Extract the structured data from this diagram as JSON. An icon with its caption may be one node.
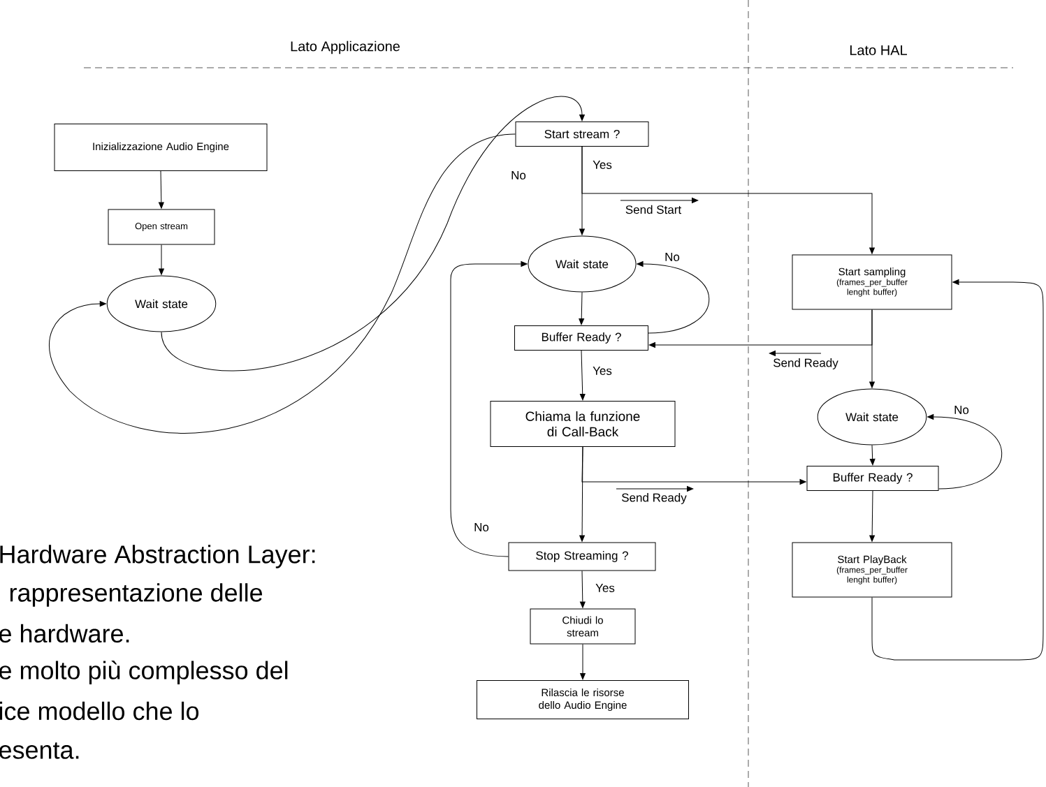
{
  "diagram": {
    "nodes": [
      {
        "text": [
          "Inizializzazione Audio Engine"
        ]
      },
      {
        "text": [
          "Open stream"
        ]
      },
      {
        "text": [
          "Wait state"
        ]
      },
      {
        "text": [
          "Start stream ?"
        ]
      },
      {
        "text": [
          "Wait state"
        ]
      },
      {
        "text": [
          "Buffer Ready ?"
        ]
      },
      {
        "text": [
          "Chiama la funzione di Call-Back"
        ]
      },
      {
        "text": [
          "Stop Streaming ?"
        ]
      },
      {
        "text": [
          "Chiudi lo stream"
        ]
      },
      {
        "text": [
          "Rilascia le risorse dello Audio Engine"
        ]
      },
      {
        "text": [
          "Start sampling",
          "(frames_per_buffer lenght buffer)"
        ]
      },
      {
        "text": [
          "Wait state"
        ]
      },
      {
        "text": [
          "Buffer Ready ?"
        ]
      },
      {
        "text": [
          "Start PlayBack",
          "(frames_per_buffer lenght buffer)"
        ]
      }
    ],
    "edges": [
      {
        "from": 0,
        "to": 1,
        "arrow": "to"
      },
      {
        "from": 1,
        "to": 2,
        "arrow": "to"
      },
      {
        "from": 2,
        "to": 3,
        "arrow": "to"
      },
      {
        "from": 3,
        "to": 2,
        "arrow": "to",
        "label": "No"
      },
      {
        "from": 3,
        "to": 4,
        "arrow": "to",
        "label": "Yes"
      },
      {
        "from": 3,
        "to": 10,
        "arrow": "to",
        "label": "Send Start"
      },
      {
        "from": 4,
        "to": 5,
        "arrow": "to"
      },
      {
        "from": 5,
        "to": 4,
        "arrow": "to",
        "label": "No"
      },
      {
        "from": 5,
        "to": 6,
        "arrow": "to",
        "label": "Yes"
      },
      {
        "from": 10,
        "to": 5,
        "arrow": "to",
        "label": "Send Ready"
      },
      {
        "from": 10,
        "to": 11,
        "arrow": "to"
      },
      {
        "from": 11,
        "to": 12,
        "arrow": "to"
      },
      {
        "from": 12,
        "to": 11,
        "arrow": "to",
        "label": "No"
      },
      {
        "from": 6,
        "to": 7,
        "arrow": "to"
      },
      {
        "from": 6,
        "to": 12,
        "arrow": "to",
        "label": "Send Ready"
      },
      {
        "from": 7,
        "to": 4,
        "arrow": "to",
        "label": "No"
      },
      {
        "from": 7,
        "to": 8,
        "arrow": "to",
        "label": "Yes"
      },
      {
        "from": 8,
        "to": 9,
        "arrow": "to"
      },
      {
        "from": 12,
        "to": 13,
        "arrow": "to"
      },
      {
        "from": 13,
        "to": 10,
        "arrow": "to"
      }
    ],
    "labels": [
      "Lato Applicazione",
      "Lato HAL",
      "Hardware Abstraction Layer:",
      "rappresentazione delle",
      "e hardware.",
      "e molto più complesso del",
      "ice modello che lo",
      "esenta."
    ]
  }
}
